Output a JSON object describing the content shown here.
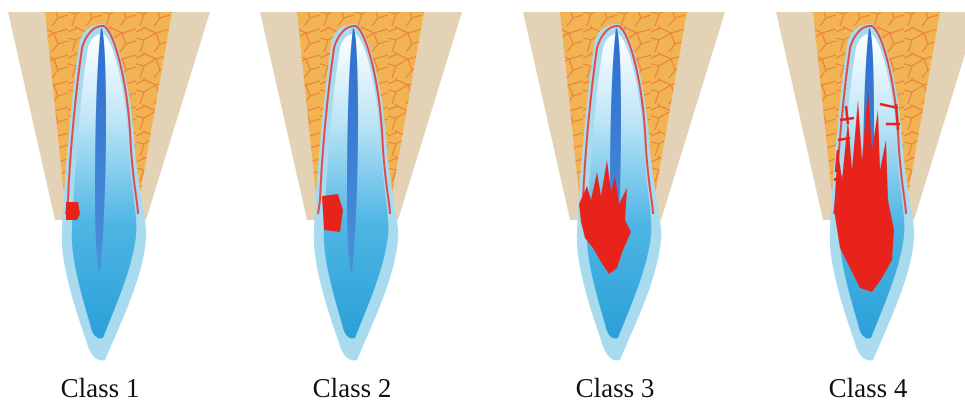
{
  "panels": [
    {
      "label": "Class 1"
    },
    {
      "label": "Class 2"
    },
    {
      "label": "Class 3"
    },
    {
      "label": "Class 4"
    }
  ],
  "colors": {
    "bone": "#e3d2b6",
    "marrow": "#f2b04a",
    "trabecula": "#e8903a",
    "implant_line": "#e24a4a",
    "enamel": "#a9dbef",
    "dentin": "#32a7dc",
    "pulp": "#3f82d0",
    "resorption": "#e8231c",
    "tip_highlight": "#ffffff"
  }
}
